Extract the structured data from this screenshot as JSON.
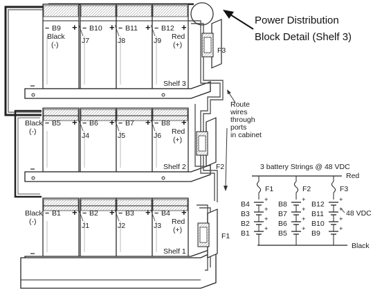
{
  "callout": {
    "line1": "Power Distribution",
    "line2": "Block Detail (Shelf 3)"
  },
  "route_note": [
    "Route",
    "wires",
    "through",
    "ports",
    "in cabinet"
  ],
  "shelves": {
    "top": {
      "label": "Shelf 3",
      "batteries": [
        "B9",
        "B10",
        "B11",
        "B12"
      ],
      "jumpers": [
        "J7",
        "J8",
        "J9"
      ],
      "fuse": "F3"
    },
    "middle": {
      "label": "Shelf 2",
      "batteries": [
        "B5",
        "B6",
        "B7",
        "B8"
      ],
      "jumpers": [
        "J4",
        "J5",
        "J6"
      ],
      "fuse": "F2"
    },
    "bottom": {
      "label": "Shelf 1",
      "batteries": [
        "B1",
        "B2",
        "B3",
        "B4"
      ],
      "jumpers": [
        "J1",
        "J2",
        "J3"
      ],
      "fuse": "F1"
    }
  },
  "terminal_text": {
    "black": "Black",
    "neg": "(-)",
    "red": "Red",
    "pos": "(+)",
    "plus": "+",
    "minus": "−"
  },
  "schematic": {
    "title": "3 battery Strings @ 48 VDC",
    "red_label": "Red",
    "black_label": "Black",
    "voltage_label": "48 VDC",
    "fuses": [
      "F1",
      "F2",
      "F3"
    ],
    "strings": [
      [
        "B4",
        "B3",
        "B2",
        "B1"
      ],
      [
        "B8",
        "B7",
        "B6",
        "B5"
      ],
      [
        "B12",
        "B11",
        "B10",
        "B9"
      ]
    ],
    "cell_plus": "+",
    "cell_minus": "−"
  }
}
